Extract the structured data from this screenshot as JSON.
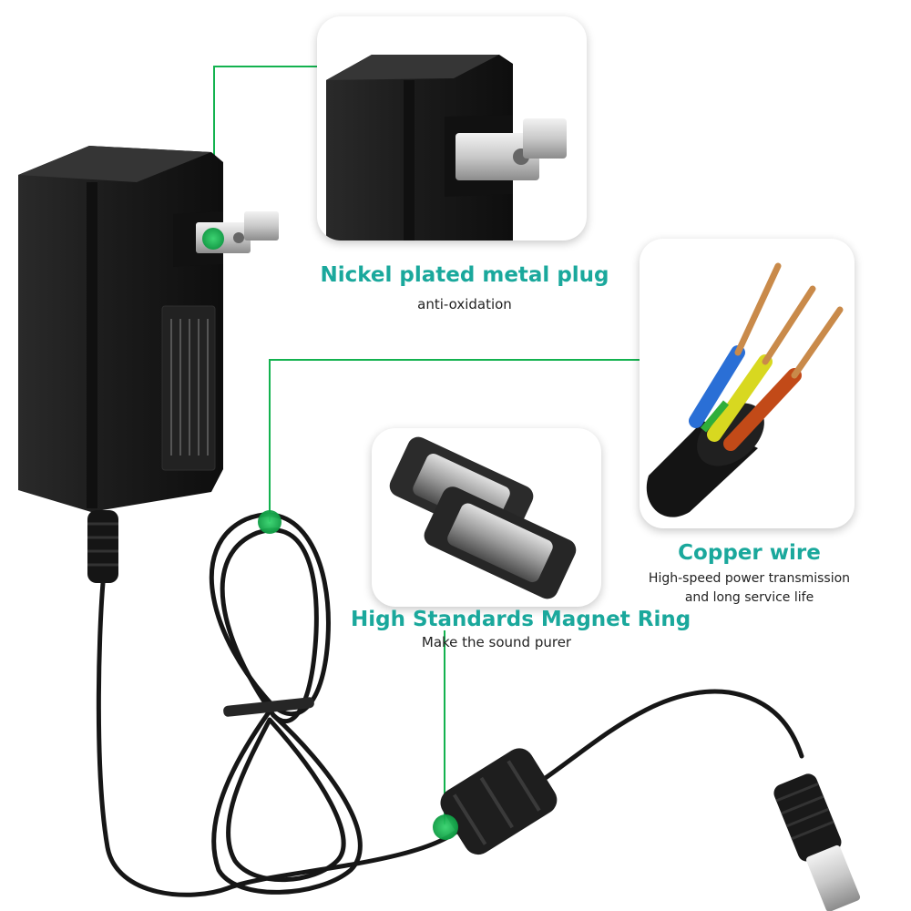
{
  "colors": {
    "accent": "#1aa89c",
    "connector": "#13b24f",
    "adapter": "#1b1b1b"
  },
  "features": {
    "plug": {
      "title": "Nickel plated metal plug",
      "subtitle": "anti-oxidation"
    },
    "wire": {
      "title": "Copper wire",
      "subtitle_line1": "High-speed power transmission",
      "subtitle_line2": "and long service life"
    },
    "ring": {
      "title": "High Standards Magnet Ring",
      "subtitle": "Make the sound purer"
    }
  }
}
